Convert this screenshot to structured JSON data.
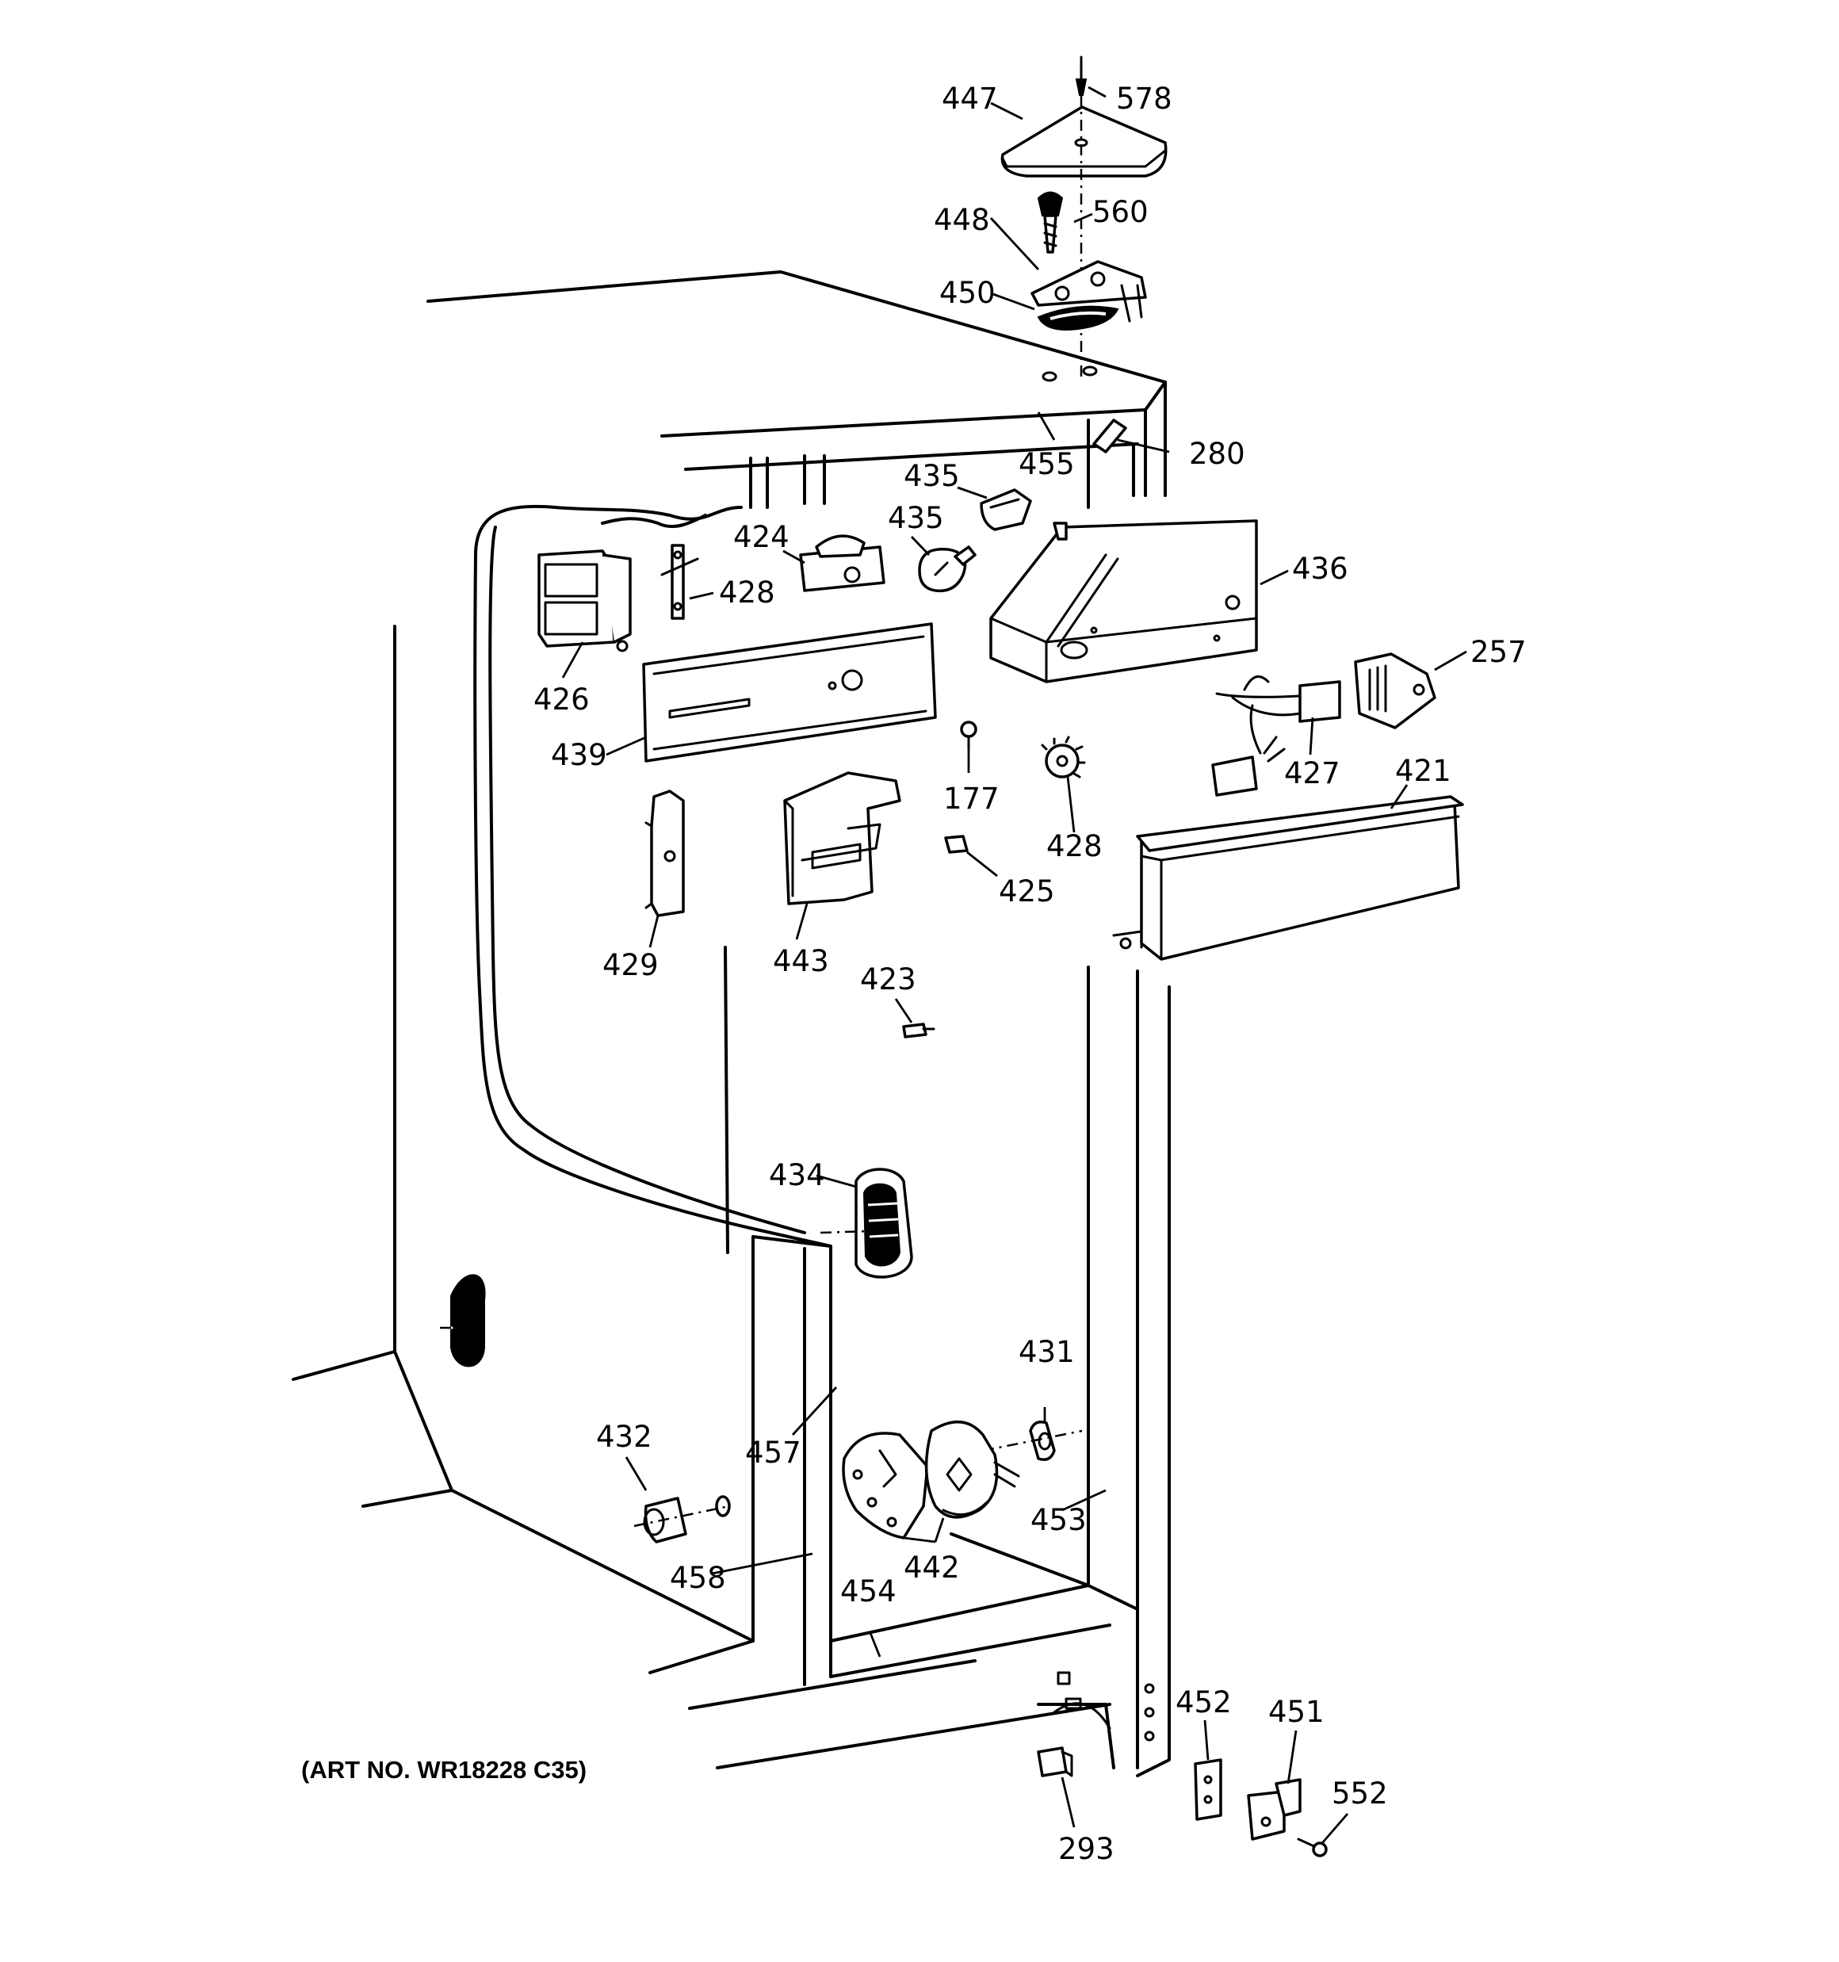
{
  "diagram": {
    "art_number": "(ART NO. WR18228 C35)",
    "callouts": {
      "c578": "578",
      "c447": "447",
      "c560": "560",
      "c448": "448",
      "c450": "450",
      "c455": "455",
      "c280": "280",
      "c435a": "435",
      "c435b": "435",
      "c424": "424",
      "c428a": "428",
      "c426": "426",
      "c439": "439",
      "c436": "436",
      "c257": "257",
      "c427": "427",
      "c421": "421",
      "c177": "177",
      "c428b": "428",
      "c425": "425",
      "c429": "429",
      "c443": "443",
      "c423": "423",
      "c434": "434",
      "c431": "431",
      "c432": "432",
      "c457": "457",
      "c453": "453",
      "c442": "442",
      "c458": "458",
      "c454": "454",
      "c452": "452",
      "c451": "451",
      "c552": "552",
      "c293": "293"
    }
  }
}
